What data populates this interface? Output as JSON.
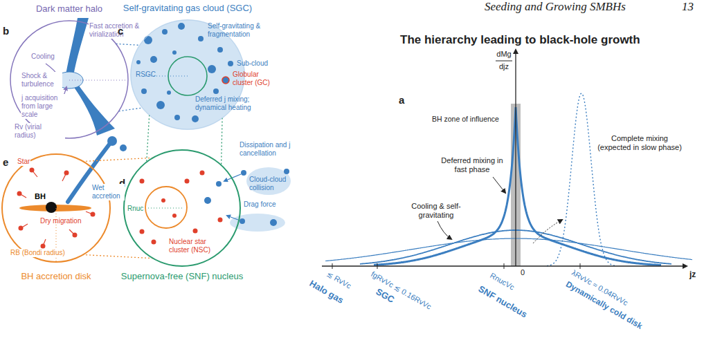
{
  "diagram": {
    "title": "The hierarchy leading to black-hole growth",
    "nodes": [
      {
        "text": [
          "Dark matter halo"
        ]
      },
      {
        "text": [
          "Self-gravitating gas cloud (SGC)"
        ]
      },
      {
        "text": [
          "Supernova-free (SNF) nucleus"
        ]
      },
      {
        "text": [
          "BH accretion disk"
        ]
      }
    ],
    "edges": [
      {
        "from": 0,
        "to": 1,
        "arrow": "none"
      },
      {
        "from": 1,
        "to": 2,
        "arrow": "none"
      },
      {
        "from": 2,
        "to": 3,
        "arrow": "none"
      }
    ],
    "labels": [
      "Seeding and Growing SMBHs",
      "13",
      "b",
      "Cooling",
      "Fast accretion & virialization",
      "Shock & turbulence",
      "j acquisition from large scale",
      "Rv (virial radius)",
      "c",
      "Self-gravitating & fragmentation",
      "Sub-cloud",
      "Globular cluster (GC)",
      "Deferred j mixing; dynamical heating",
      "RSGC",
      "d",
      "Dissipation and j cancellation",
      "Cloud-cloud collision",
      "Drag force",
      "Rnuc",
      "Nuclear star cluster (NSC)",
      "e",
      "Star",
      "BH",
      "Wet accretion",
      "Dry migration",
      "RB (Bondi radius)",
      "a",
      "dMg",
      "djz",
      "BH zone of influence",
      "Deferred mixing in fast phase",
      "Complete mixing (expected in slow phase)",
      "Cooling & self-gravitating",
      "jz",
      "≲ RvVc",
      "Halo gas",
      "fgRvVc ≲ 0.16RvVc",
      "SGC",
      "RnucVc",
      "SNF nucleus",
      "0",
      "λRvVc ≈ 0.04RvVc",
      "Dynamically cold disk"
    ]
  }
}
